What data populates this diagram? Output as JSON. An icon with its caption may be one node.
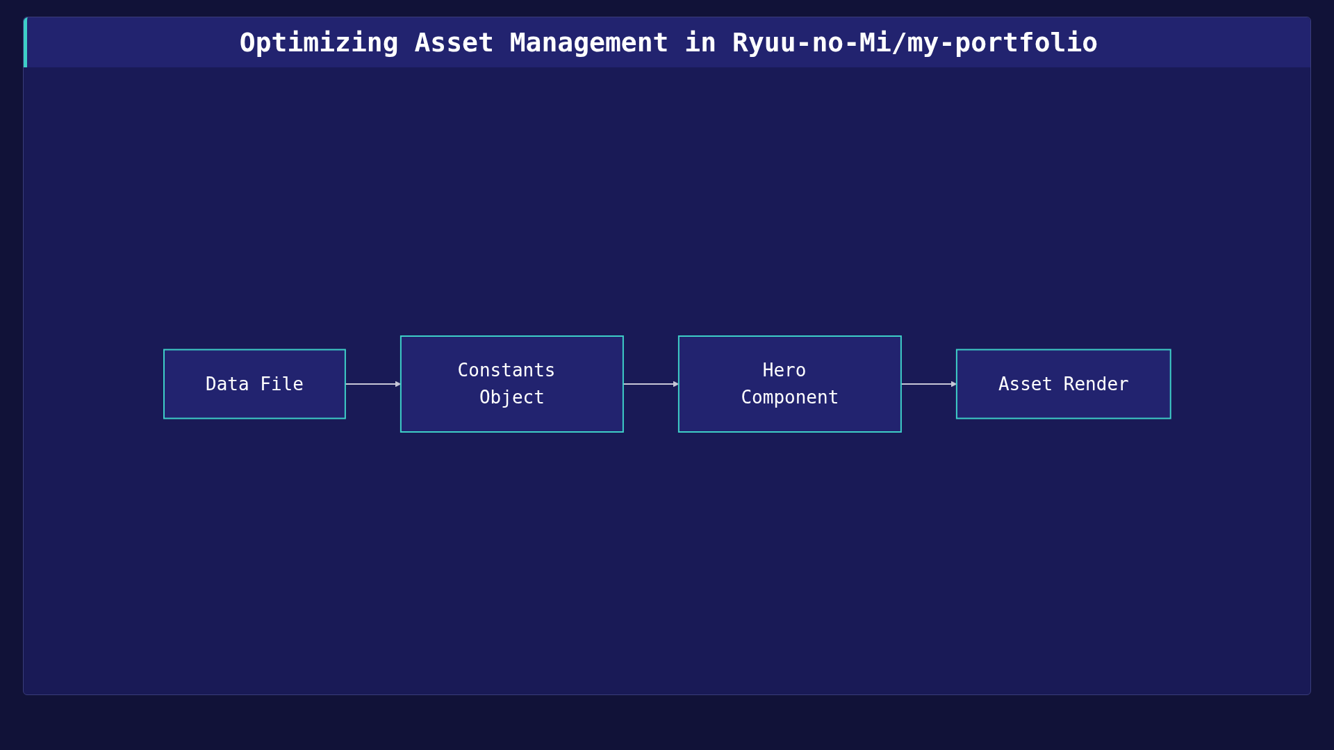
{
  "diagram": {
    "title": "Optimizing Asset Management in Ryuu-no-Mi/my-portfolio",
    "nodes": [
      {
        "text": [
          "Data File"
        ]
      },
      {
        "text": [
          "Constants Object"
        ]
      },
      {
        "text": [
          "Hero Component"
        ]
      },
      {
        "text": [
          "Asset Render"
        ]
      }
    ],
    "edges": [
      {
        "from": 0,
        "to": 1,
        "arrow": "to"
      },
      {
        "from": 1,
        "to": 2,
        "arrow": "to"
      },
      {
        "from": 2,
        "to": 3,
        "arrow": "to"
      }
    ]
  }
}
